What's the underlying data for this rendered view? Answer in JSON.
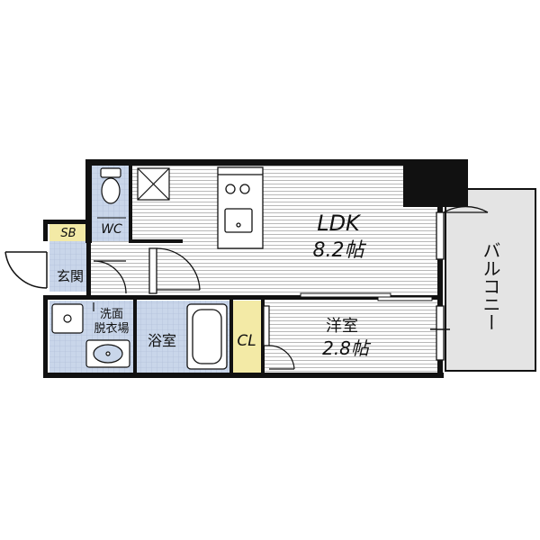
{
  "rooms": {
    "ldk": {
      "name": "LDK",
      "size": "8.2帖"
    },
    "western": {
      "name": "洋室",
      "size": "2.8帖"
    },
    "balcony": {
      "name": "バルコニー"
    },
    "entrance": {
      "name": "玄関"
    },
    "washroom": {
      "name_line1": "洗面",
      "name_line2": "脱衣場"
    },
    "bath": {
      "name": "浴室"
    },
    "closet": {
      "name": "CL"
    },
    "toilet": {
      "name": "WC"
    },
    "shoebox": {
      "name": "SB"
    }
  },
  "colors": {
    "wall": "#111111",
    "floor_stripe": "#b8b8b8",
    "wet_area": "#c9d6ea",
    "closet": "#f3eaa6",
    "shoebox": "#f3eaa6",
    "balcony": "#e4e4e4"
  }
}
